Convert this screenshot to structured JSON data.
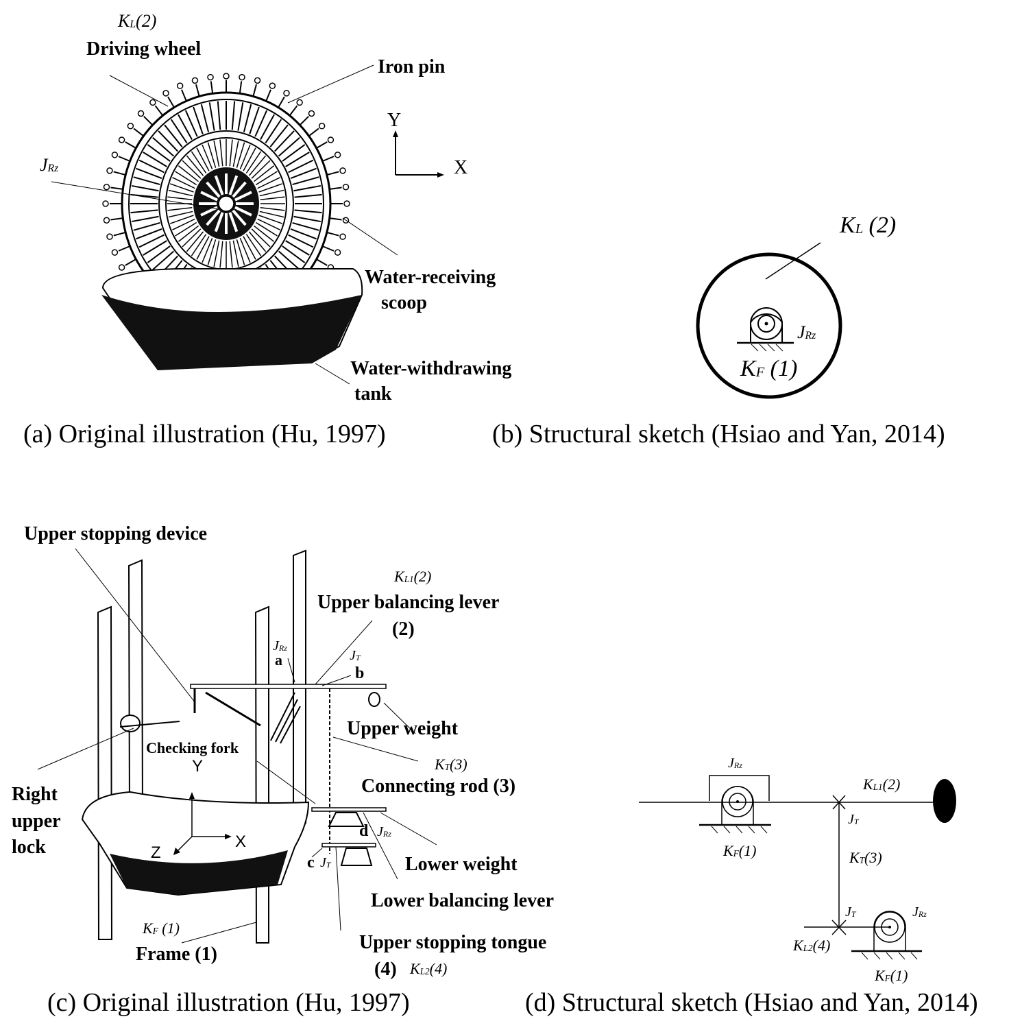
{
  "panel_a": {
    "labels": {
      "kl": {
        "main": "K",
        "sub": "L",
        "suffix": "(2)"
      },
      "driving_wheel": "Driving wheel",
      "iron_pin": "Iron pin",
      "jrz": {
        "main": "J",
        "sub": "Rz"
      },
      "water_receiving_1": "Water-receiving",
      "water_receiving_2": "scoop",
      "water_withdrawing_1": "Water-withdrawing",
      "water_withdrawing_2": "tank",
      "axis_y": "Y",
      "axis_x": "X"
    },
    "caption": "(a) Original illustration (Hu, 1997)"
  },
  "panel_b": {
    "labels": {
      "kl": {
        "main": "K",
        "sub": "L",
        "suffix": " (2)"
      },
      "jrz": {
        "main": "J",
        "sub": "Rz"
      },
      "kf": {
        "main": "K",
        "sub": "F",
        "suffix": " (1)"
      }
    },
    "caption": "(b) Structural sketch (Hsiao and Yan, 2014)"
  },
  "panel_c": {
    "labels": {
      "upper_stopping_device": "Upper stopping device",
      "kl1": {
        "main": "K",
        "sub": "L1",
        "suffix": "(2)"
      },
      "upper_balancing_lever": "Upper balancing lever",
      "upper_balancing_lever_num": "(2)",
      "jrz_top": {
        "main": "J",
        "sub": "Rz"
      },
      "point_a": "a",
      "jt_top": {
        "main": "J",
        "sub": "T"
      },
      "point_b": "b",
      "upper_weight": "Upper weight",
      "checking_fork": "Checking fork",
      "kt": {
        "main": "K",
        "sub": "T",
        "suffix": "(3)"
      },
      "connecting_rod": "Connecting rod (3)",
      "right_upper_lock_1": "Right",
      "right_upper_lock_2": "upper",
      "right_upper_lock_3": "lock",
      "point_d": "d",
      "jrz_bottom": {
        "main": "J",
        "sub": "Rz"
      },
      "point_c": "c",
      "jt_bottom": {
        "main": "J",
        "sub": "T"
      },
      "lower_weight": "Lower weight",
      "lower_balancing_lever": "Lower balancing lever",
      "kf": {
        "main": "K",
        "sub": "F",
        "suffix": " (1)"
      },
      "frame": "Frame (1)",
      "upper_stopping_tongue": "Upper stopping tongue",
      "upper_stopping_tongue_num": "(4)",
      "kl2": {
        "main": "K",
        "sub": "L2",
        "suffix": "(4)"
      },
      "axis_y": "Y",
      "axis_x": "X",
      "axis_z": "Z"
    },
    "caption": "(c) Original illustration (Hu, 1997)"
  },
  "panel_d": {
    "labels": {
      "jrz_top": {
        "main": "J",
        "sub": "Rz"
      },
      "kl1": {
        "main": "K",
        "sub": "L1",
        "suffix": "(2)"
      },
      "jt_top": {
        "main": "J",
        "sub": "T"
      },
      "kf_top": {
        "main": "K",
        "sub": "F",
        "suffix": "(1)"
      },
      "kt": {
        "main": "K",
        "sub": "T",
        "suffix": "(3)"
      },
      "jt_bottom": {
        "main": "J",
        "sub": "T"
      },
      "jrz_bottom": {
        "main": "J",
        "sub": "Rz"
      },
      "kl2": {
        "main": "K",
        "sub": "L2",
        "suffix": "(4)"
      },
      "kf_bottom": {
        "main": "K",
        "sub": "F",
        "suffix": "(1)"
      }
    },
    "caption": "(d) Structural sketch (Hsiao and Yan, 2014)"
  }
}
